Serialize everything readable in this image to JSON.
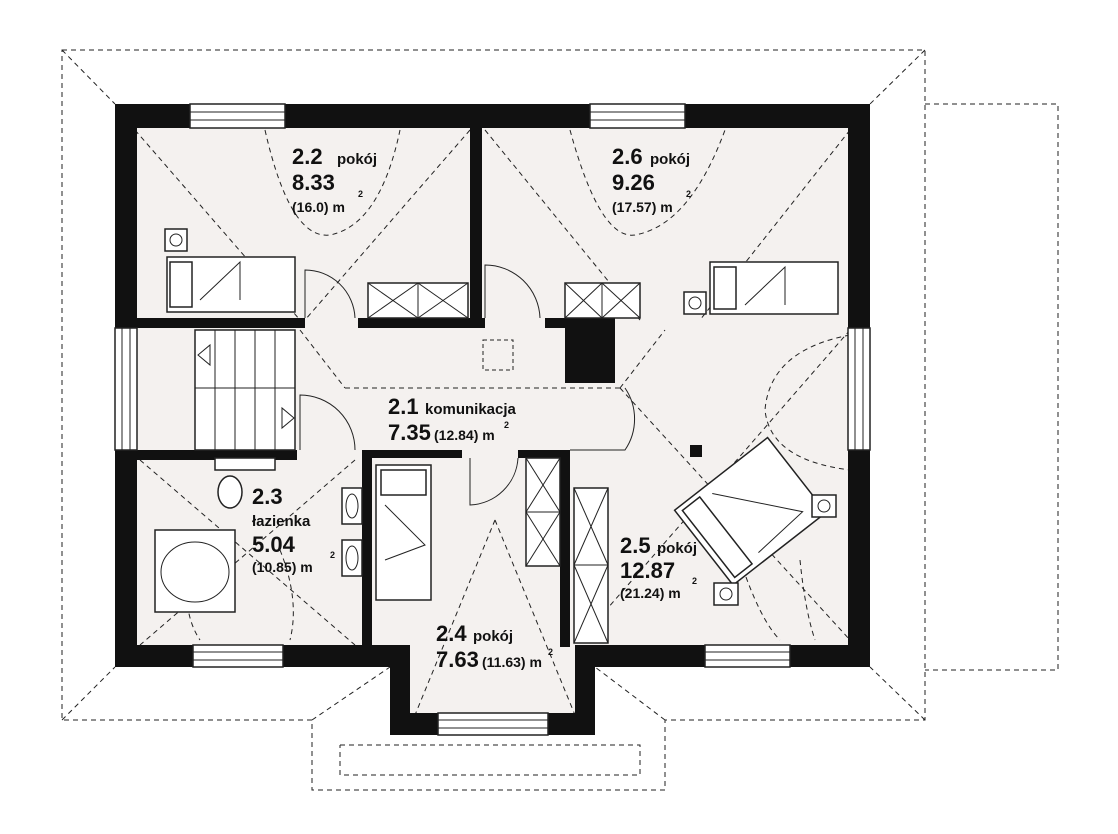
{
  "rooms": [
    {
      "id": "2.2",
      "name": "pokój",
      "area": "8.33",
      "total": "(16.0) m",
      "unit_sup": "2"
    },
    {
      "id": "2.6",
      "name": "pokój",
      "area": "9.26",
      "total": "(17.57) m",
      "unit_sup": "2"
    },
    {
      "id": "2.1",
      "name": "komunikacja",
      "area": "7.35",
      "total": "(12.84) m",
      "unit_sup": "2"
    },
    {
      "id": "2.3",
      "name": "łazienka",
      "area": "5.04",
      "total": "(10.85) m",
      "unit_sup": "2"
    },
    {
      "id": "2.5",
      "name": "pokój",
      "area": "12.87",
      "total": "(21.24) m",
      "unit_sup": "2"
    },
    {
      "id": "2.4",
      "name": "pokój",
      "area": "7.63",
      "total": "(11.63) m",
      "unit_sup": "2"
    }
  ],
  "colors": {
    "wall": "#111111",
    "floor": "#f4f1ef",
    "line": "#222222"
  }
}
